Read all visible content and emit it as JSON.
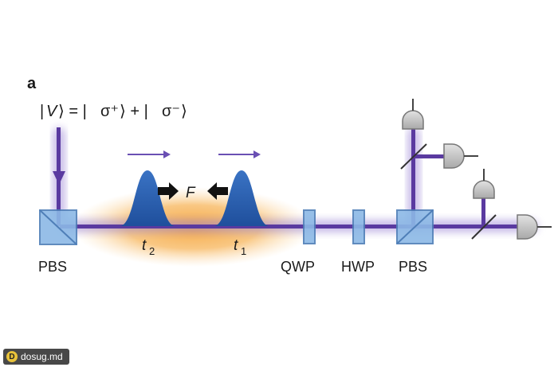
{
  "panel": {
    "letter": "a"
  },
  "input_state": {
    "lhs": "V",
    "rhs_plus": "σ⁺",
    "rhs_minus": "σ⁻"
  },
  "labels": {
    "pbs_left": "PBS",
    "qwp": "QWP",
    "hwp": "HWP",
    "pbs_right": "PBS",
    "force": "F",
    "t2_base": "t",
    "t2_sub": "2",
    "t1_base": "t",
    "t1_sub": "1"
  },
  "colors": {
    "beam": "#5a3aa0",
    "beam_glow": "#9b86d6",
    "pulse": "#2a5fb0",
    "medium": "#f2a040",
    "optic": "#7fb0e0",
    "detector": "#c8c8c8",
    "arrow": "#111111"
  },
  "watermark": "dosug.md"
}
